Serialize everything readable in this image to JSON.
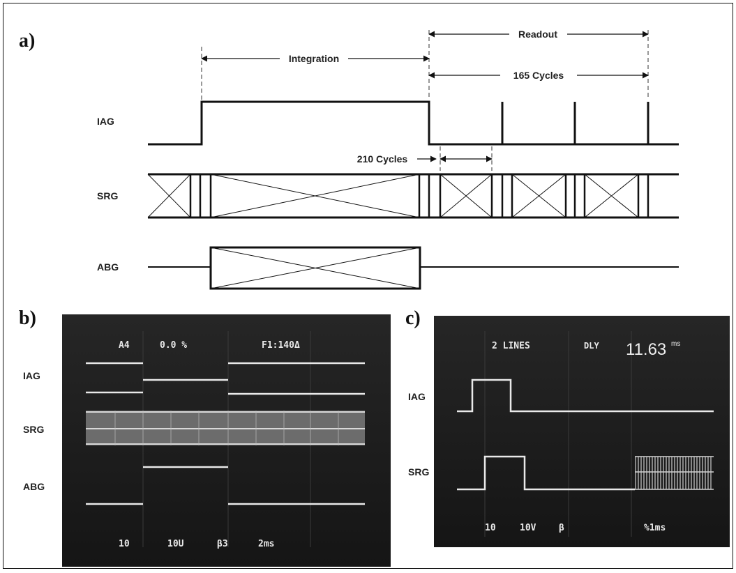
{
  "panels": {
    "a": {
      "letter": "a)",
      "signals": [
        "IAG",
        "SRG",
        "ABG"
      ],
      "annotations": {
        "integration": "Integration",
        "readout": "Readout",
        "cycles165": "165 Cycles",
        "cycles210": "210 Cycles"
      }
    },
    "b": {
      "letter": "b)",
      "signals": [
        "IAG",
        "SRG",
        "ABG"
      ],
      "scope_top": {
        "left": "A4",
        "mid": "0.0 %",
        "right": "F1:140Δ"
      },
      "scope_bottom": {
        "ch": "10",
        "volt": "10U",
        "marker": "β3",
        "time": "2ms"
      }
    },
    "c": {
      "letter": "c)",
      "signals": [
        "IAG",
        "SRG"
      ],
      "scope_top": {
        "left": "2 LINES",
        "mid": "DLY",
        "reading": "11.63",
        "reading_unit": "ms"
      },
      "scope_bottom": {
        "ch": "10",
        "volt": "10V",
        "marker": "β",
        "time": "%1ms"
      }
    }
  },
  "colors": {
    "line": "#111111",
    "scope_bg": "#1c1c1c",
    "trace": "#e9e9e9"
  }
}
